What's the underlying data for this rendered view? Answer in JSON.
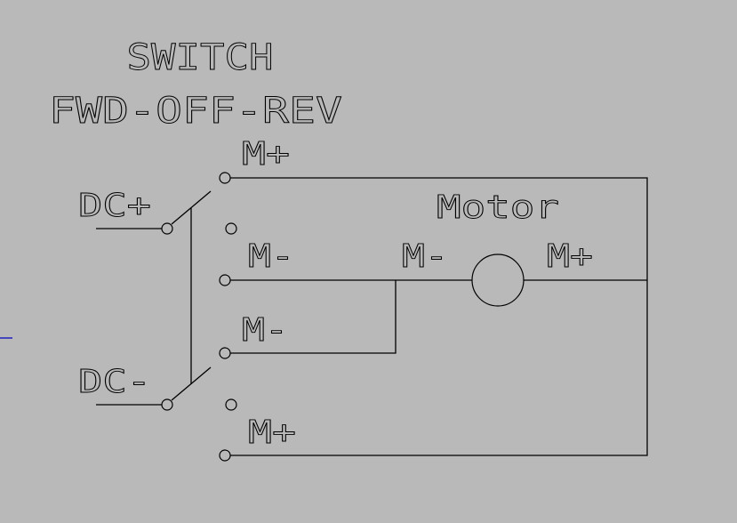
{
  "title": {
    "line1": "SWITCH",
    "line2": "FWD-OFF-REV"
  },
  "labels": {
    "dc_plus": "DC+",
    "dc_minus": "DC-",
    "motor": "Motor",
    "top_switch": {
      "fwd_terminal": "M+",
      "rev_terminal": "M-"
    },
    "bottom_switch": {
      "fwd_terminal": "M-",
      "rev_terminal": "M+"
    },
    "motor_minus": "M-",
    "motor_plus": "M+"
  },
  "colors": {
    "background": "#b9b9b9",
    "line": "#000000",
    "marker": "#2020c0"
  }
}
